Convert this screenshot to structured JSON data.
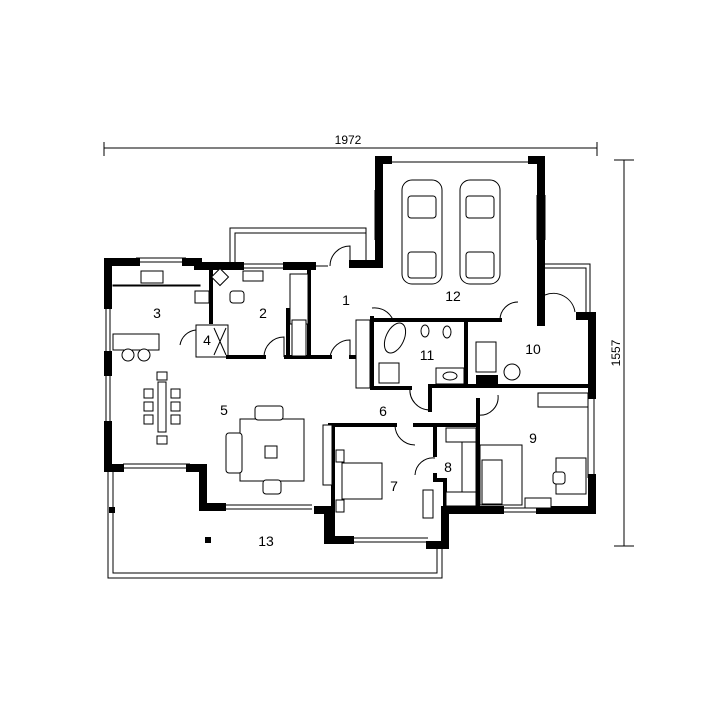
{
  "plan": {
    "width_dimension": "1972",
    "depth_dimension": "1557",
    "rooms": [
      {
        "number": "1"
      },
      {
        "number": "2"
      },
      {
        "number": "3"
      },
      {
        "number": "4"
      },
      {
        "number": "5"
      },
      {
        "number": "6"
      },
      {
        "number": "7"
      },
      {
        "number": "8"
      },
      {
        "number": "9"
      },
      {
        "number": "10"
      },
      {
        "number": "11"
      },
      {
        "number": "12"
      },
      {
        "number": "13"
      }
    ]
  }
}
